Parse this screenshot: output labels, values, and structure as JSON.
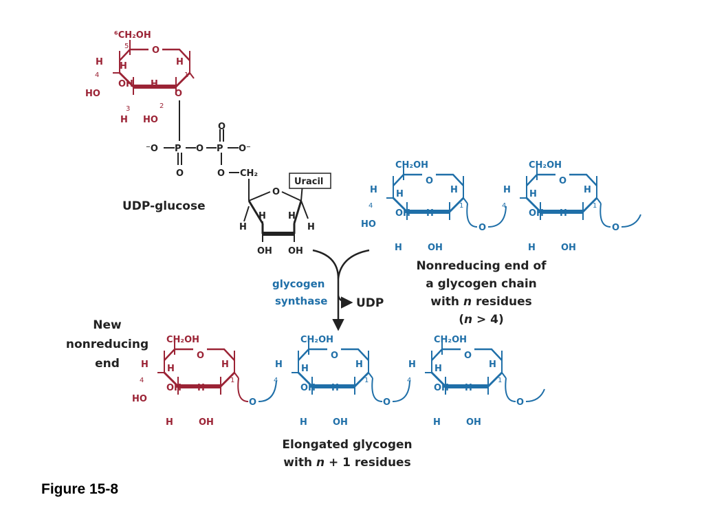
{
  "colors": {
    "red": "#9b2335",
    "blue": "#1f6fa8",
    "black": "#222222"
  },
  "atoms": {
    "ch2oh": "CH₂OH",
    "six_ch2oh": "⁶CH₂OH",
    "ring_o": "O",
    "h": "H",
    "oh": "OH",
    "ho": "HO",
    "o_link": "O",
    "c1": "1",
    "c2": "2",
    "c3": "3",
    "c4": "4",
    "c5": "5"
  },
  "udp": {
    "o_minus_left": "⁻O",
    "p1": "P",
    "o_bridge": "O",
    "p2": "P",
    "o_minus_right": "O⁻",
    "o_top": "O",
    "o_bottom": "O",
    "o_ch2": "O",
    "ch2": "CH₂",
    "uracil": "Uracil"
  },
  "labels": {
    "udp_glucose": "UDP-glucose",
    "enzyme_line1": "glycogen",
    "enzyme_line2": "synthase",
    "udp": "UDP",
    "nonreducing_1": "Nonreducing end of",
    "nonreducing_2": "a glycogen chain",
    "nonreducing_3_pre": "with ",
    "nonreducing_3_n": "n",
    "nonreducing_3_post": " residues",
    "nonreducing_4_open": "(",
    "nonreducing_4_n": "n",
    "nonreducing_4_rest": " > 4)",
    "new_1": "New",
    "new_2": "nonreducing",
    "new_3": "end",
    "elongated_1": "Elongated  glycogen",
    "elongated_2_pre": "with ",
    "elongated_2_n": "n",
    "elongated_2_post": " + 1 residues",
    "figure": "Figure 15-8"
  }
}
